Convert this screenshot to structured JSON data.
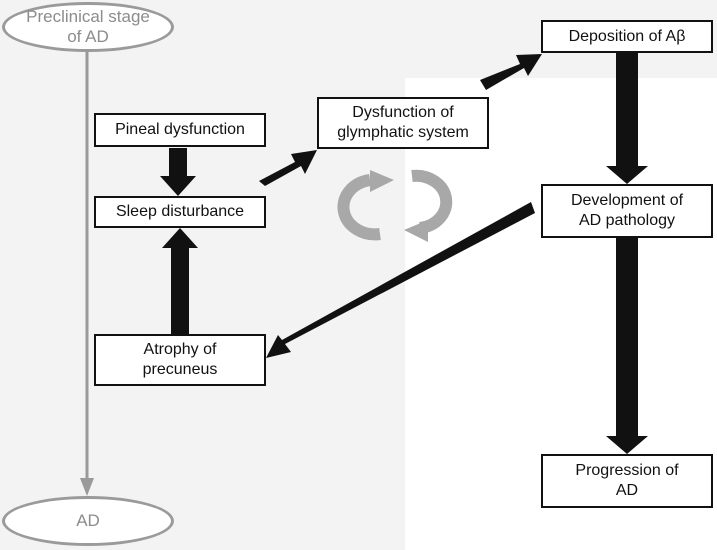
{
  "nodes": {
    "preclinical": "Preclinical stage\nof  AD",
    "ad": "AD",
    "pineal": "Pineal dysfunction",
    "sleep": "Sleep disturbance",
    "atrophy": "Atrophy of\nprecuneus",
    "glymphatic": "Dysfunction of\nglymphatic system",
    "deposition": "Deposition of Aβ",
    "development": "Development of\nAD pathology",
    "progression": "Progression of\nAD"
  },
  "colors": {
    "arrow": "#111111",
    "timeline": "#9a9a9a",
    "cycle": "#a8a8a8",
    "background_panel": "#f3f3f3"
  },
  "edges": [
    {
      "from": "pineal",
      "to": "sleep"
    },
    {
      "from": "atrophy",
      "to": "sleep"
    },
    {
      "from": "sleep",
      "to": "glymphatic"
    },
    {
      "from": "glymphatic",
      "to": "deposition"
    },
    {
      "from": "deposition",
      "to": "development"
    },
    {
      "from": "development",
      "to": "progression"
    },
    {
      "from": "development",
      "to": "atrophy"
    },
    {
      "from": "preclinical",
      "to": "ad"
    }
  ]
}
